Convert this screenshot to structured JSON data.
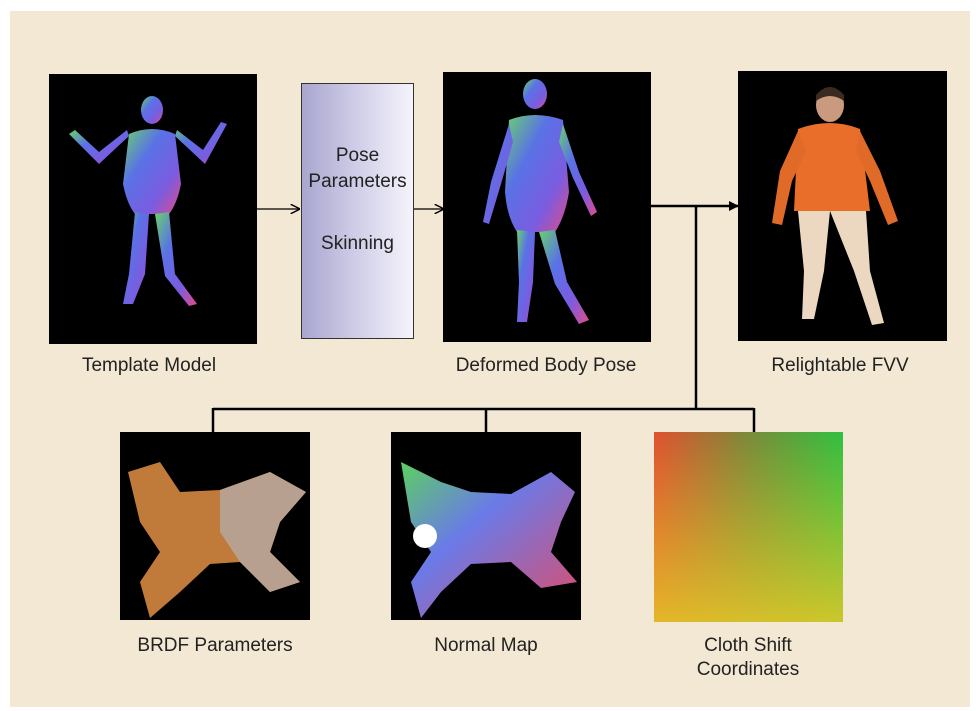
{
  "nodes": {
    "template_model": {
      "label": "Template Model"
    },
    "process": {
      "line1": "Pose",
      "line2": "Parameters",
      "line3": "Skinning"
    },
    "deformed_pose": {
      "label": "Deformed Body Pose"
    },
    "relightable": {
      "label": "Relightable FVV"
    },
    "brdf": {
      "label": "BRDF Parameters"
    },
    "normal_map": {
      "label": "Normal Map"
    },
    "cloth_shift": {
      "label_line1": "Cloth Shift",
      "label_line2": "Coordinates"
    }
  },
  "colors": {
    "background": "#f3e8d3",
    "process_box": "#b7b4da",
    "connector": "#000000"
  },
  "icons": [
    "body-mesh-icon",
    "textured-person-icon",
    "texture-map-icon",
    "gradient-map-icon"
  ]
}
